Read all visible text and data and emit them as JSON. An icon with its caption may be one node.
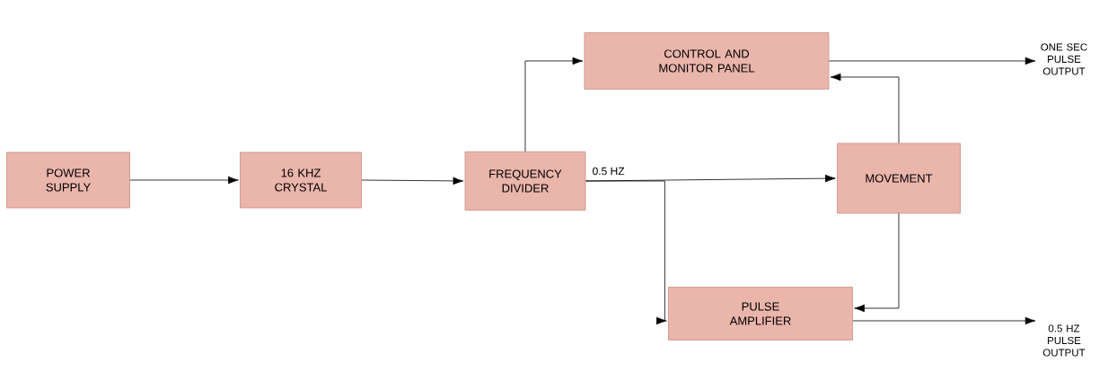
{
  "diagram": {
    "nodes": [
      {
        "text": [
          "POWER SUPPLY"
        ]
      },
      {
        "text": [
          "16 KHZ CRYSTAL"
        ]
      },
      {
        "text": [
          "FREQUENCY DIVIDER"
        ]
      },
      {
        "text": [
          "CONTROL AND MONITOR PANEL"
        ]
      },
      {
        "text": [
          "MOVEMENT"
        ]
      },
      {
        "text": [
          "PULSE AMPLIFIER"
        ]
      },
      {
        "text": [
          "ONE SEC PULSE OUTPUT"
        ]
      },
      {
        "text": [
          "0.5 HZ PULSE OUTPUT"
        ]
      }
    ],
    "edges": [
      {
        "from": 0,
        "to": 1,
        "arrow": "to"
      },
      {
        "from": 1,
        "to": 2,
        "arrow": "to"
      },
      {
        "from": 2,
        "to": 3,
        "arrow": "to"
      },
      {
        "from": 2,
        "to": 4,
        "arrow": "to",
        "label": "0.5 HZ"
      },
      {
        "from": 2,
        "to": 5,
        "arrow": "to"
      },
      {
        "from": 4,
        "to": 3,
        "arrow": "to"
      },
      {
        "from": 4,
        "to": 5,
        "arrow": "to"
      },
      {
        "from": 3,
        "to": 6,
        "arrow": "to"
      },
      {
        "from": 5,
        "to": 7,
        "arrow": "to"
      }
    ]
  }
}
